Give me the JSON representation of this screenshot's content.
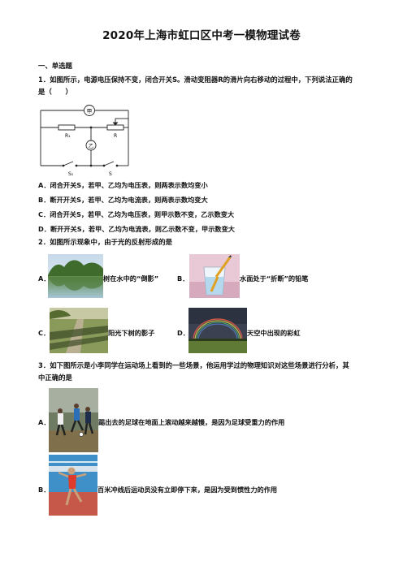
{
  "title": "2020年上海市虹口区中考一模物理试卷",
  "section": "一、单选题",
  "q1": {
    "stem_line1": "1．如图所示，电源电压保持不变，闭合开关S。滑动变阻器R的滑片向右移动的过程中，下列说法正确的",
    "stem_line2": "是（　　）",
    "circuit": {
      "meter_top": "甲",
      "meter_mid": "乙",
      "r1": "R₁",
      "r": "R",
      "s1": "S₁",
      "s": "S"
    },
    "options": [
      "A．闭合开关S，若甲、乙均为电压表，则两表示数均变小",
      "B．断开开关S，若甲、乙均为电流表，则两表示数均变大",
      "C．闭合开关S，若甲、乙均为电压表，则甲示数不变，乙示数变大",
      "D．断开开关S，若甲、乙均为电流表，则乙示数不变，甲示数变大"
    ]
  },
  "q2": {
    "stem": "2．如图所示现象中，由于光的反射形成的是",
    "options": [
      {
        "letter": "A．",
        "text": "树在水中的“倒影”"
      },
      {
        "letter": "B．",
        "text": "水面处于“折断”的铅笔"
      },
      {
        "letter": "C．",
        "text": "阳光下树的影子"
      },
      {
        "letter": "D．",
        "text": "天空中出现的彩虹"
      }
    ]
  },
  "q3": {
    "stem_line1": "3．如下图所示是小李同学在运动场上看到的一些场景，他运用学过的物理知识对这些场景进行分析，其",
    "stem_line2": "中正确的是",
    "options": [
      {
        "letter": "A．",
        "text": "踢出去的足球在地面上滚动越来越慢，是因为足球受重力的作用"
      },
      {
        "letter": "B．",
        "text": "百米冲线后运动员没有立即停下来，是因为受到惯性力的作用"
      }
    ]
  }
}
